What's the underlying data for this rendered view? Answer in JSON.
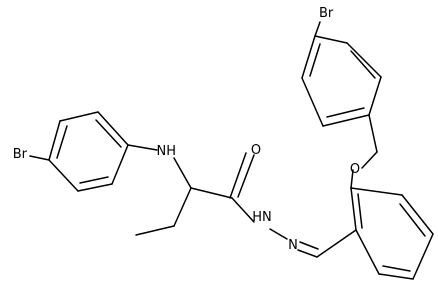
{
  "molecule": {
    "line_color": "#000000",
    "background": "#ffffff",
    "atom_labels": {
      "br_top": "Br",
      "br_left": "Br",
      "nh_amine": "NH",
      "o_carbonyl": "O",
      "o_ether": "O",
      "nh_hydrazide": "HN",
      "n_imine": "N"
    }
  }
}
